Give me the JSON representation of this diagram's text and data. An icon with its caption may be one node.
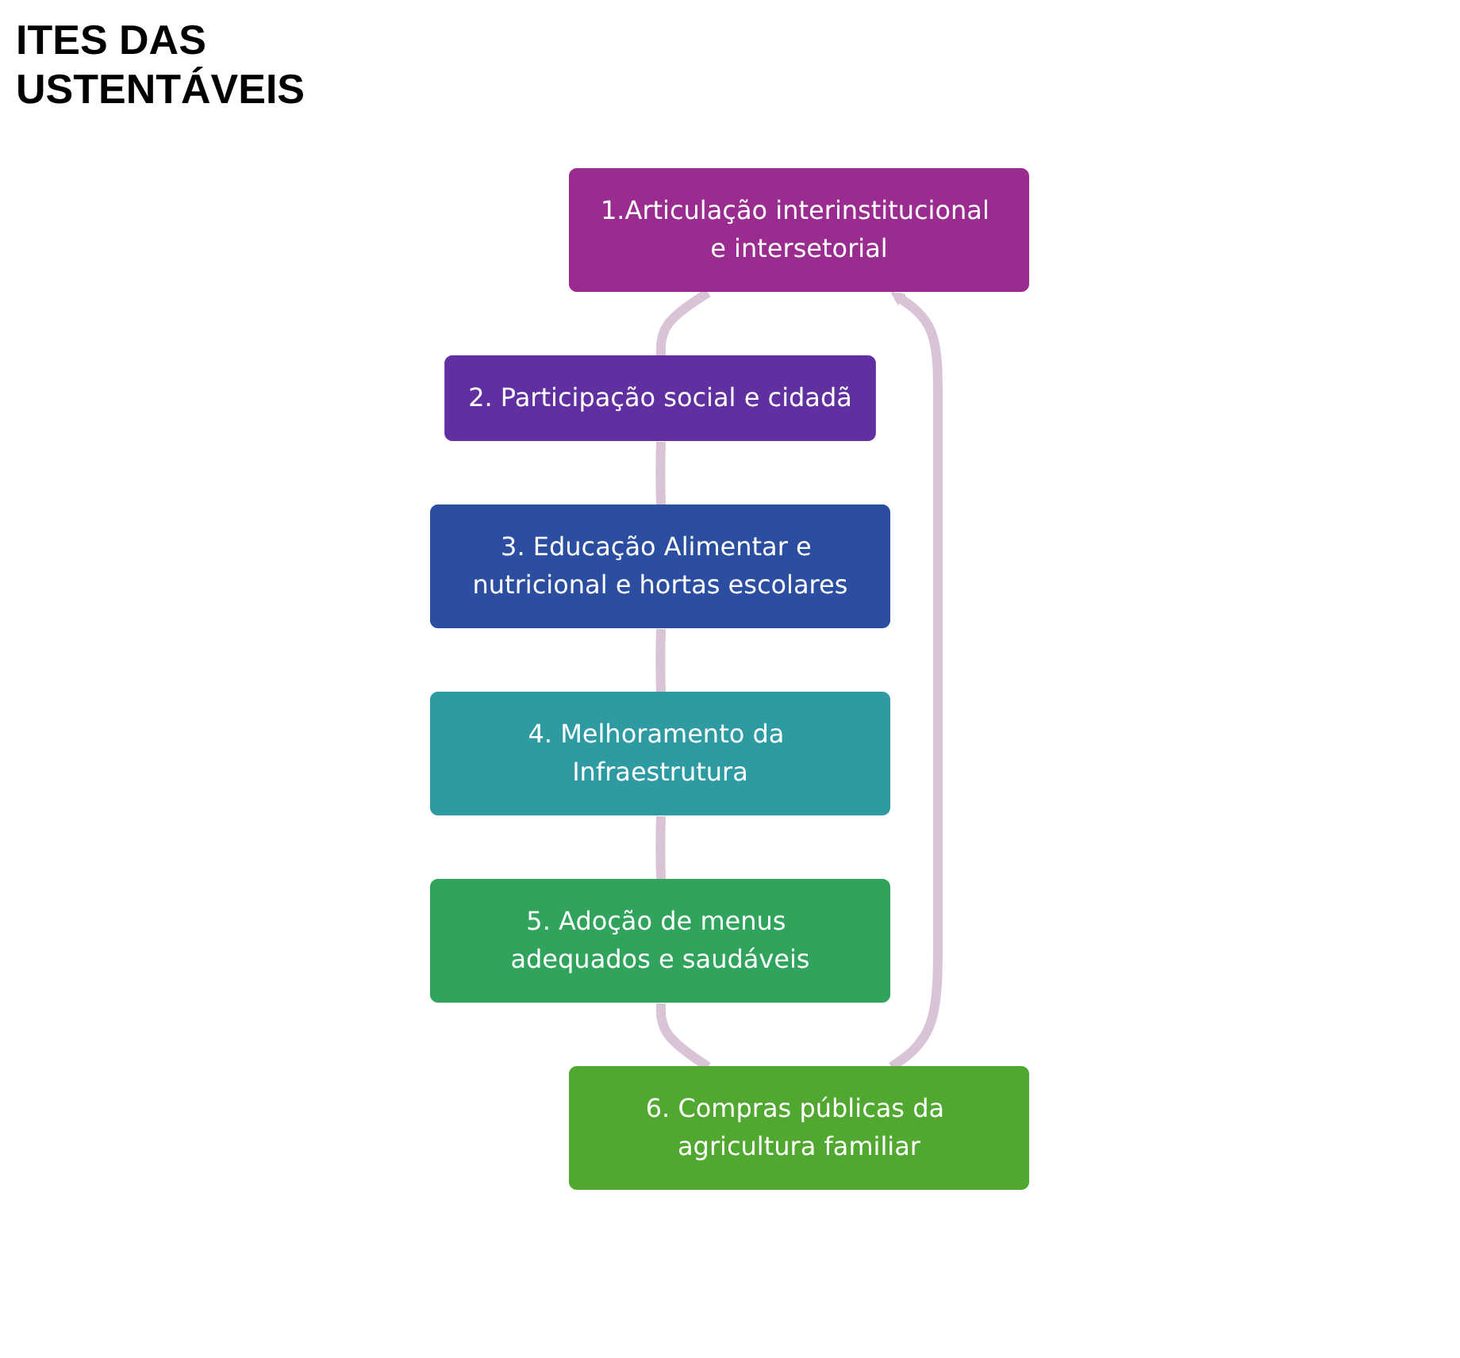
{
  "diagram": {
    "title": "ITES DAS USTENTÁVEIS",
    "nodes": [
      {
        "text": [
          "1.Articulação interinstitucional e intersetorial"
        ]
      },
      {
        "text": [
          "2. Participação social e cidadã"
        ]
      },
      {
        "text": [
          "3. Educação Alimentar e nutricional e hortas escolares"
        ]
      },
      {
        "text": [
          "4. Melhoramento da Infraestrutura"
        ]
      },
      {
        "text": [
          "5. Adoção de menus adequados e saudáveis"
        ]
      },
      {
        "text": [
          "6. Compras públicas da agricultura familiar"
        ]
      }
    ],
    "edges": [
      {
        "from": 0,
        "to": 1,
        "arrow": "none"
      },
      {
        "from": 1,
        "to": 2,
        "arrow": "none"
      },
      {
        "from": 2,
        "to": 3,
        "arrow": "none"
      },
      {
        "from": 3,
        "to": 4,
        "arrow": "none"
      },
      {
        "from": 4,
        "to": 5,
        "arrow": "none"
      },
      {
        "from": 5,
        "to": 0,
        "arrow": "to"
      }
    ]
  }
}
